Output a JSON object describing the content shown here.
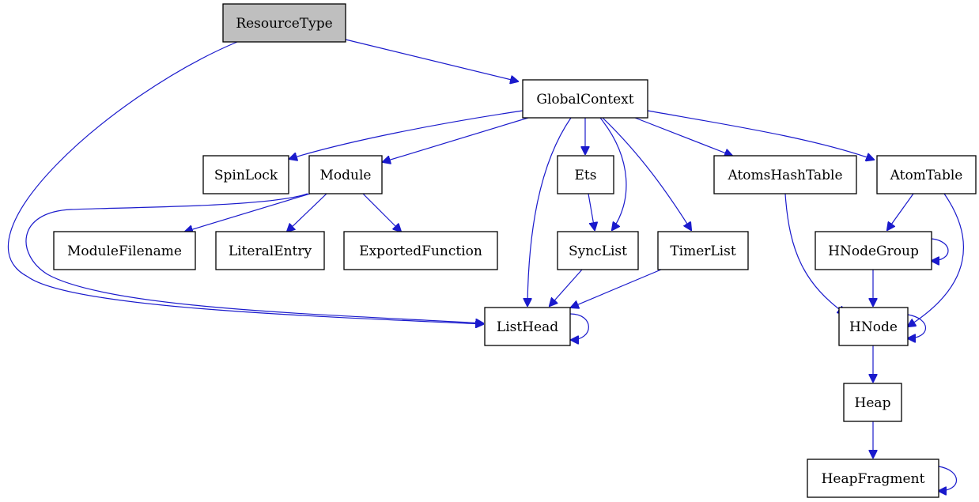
{
  "diagram": {
    "root": "ResourceType",
    "nodes": [
      {
        "id": "ResourceType",
        "label": "ResourceType"
      },
      {
        "id": "GlobalContext",
        "label": "GlobalContext"
      },
      {
        "id": "SpinLock",
        "label": "SpinLock"
      },
      {
        "id": "Module",
        "label": "Module"
      },
      {
        "id": "Ets",
        "label": "Ets"
      },
      {
        "id": "AtomsHashTable",
        "label": "AtomsHashTable"
      },
      {
        "id": "AtomTable",
        "label": "AtomTable"
      },
      {
        "id": "ModuleFilename",
        "label": "ModuleFilename"
      },
      {
        "id": "LiteralEntry",
        "label": "LiteralEntry"
      },
      {
        "id": "ExportedFunction",
        "label": "ExportedFunction"
      },
      {
        "id": "SyncList",
        "label": "SyncList"
      },
      {
        "id": "TimerList",
        "label": "TimerList"
      },
      {
        "id": "HNodeGroup",
        "label": "HNodeGroup"
      },
      {
        "id": "ListHead",
        "label": "ListHead"
      },
      {
        "id": "HNode",
        "label": "HNode"
      },
      {
        "id": "Heap",
        "label": "Heap"
      },
      {
        "id": "HeapFragment",
        "label": "HeapFragment"
      }
    ],
    "edges": [
      {
        "from": "ResourceType",
        "to": "GlobalContext"
      },
      {
        "from": "ResourceType",
        "to": "ListHead"
      },
      {
        "from": "GlobalContext",
        "to": "SpinLock"
      },
      {
        "from": "GlobalContext",
        "to": "Module"
      },
      {
        "from": "GlobalContext",
        "to": "ListHead"
      },
      {
        "from": "GlobalContext",
        "to": "Ets"
      },
      {
        "from": "GlobalContext",
        "to": "SyncList"
      },
      {
        "from": "GlobalContext",
        "to": "TimerList"
      },
      {
        "from": "GlobalContext",
        "to": "AtomsHashTable"
      },
      {
        "from": "GlobalContext",
        "to": "AtomTable"
      },
      {
        "from": "Module",
        "to": "ModuleFilename"
      },
      {
        "from": "Module",
        "to": "LiteralEntry"
      },
      {
        "from": "Module",
        "to": "ExportedFunction"
      },
      {
        "from": "Module",
        "to": "ListHead"
      },
      {
        "from": "Ets",
        "to": "SyncList"
      },
      {
        "from": "SyncList",
        "to": "ListHead"
      },
      {
        "from": "TimerList",
        "to": "ListHead"
      },
      {
        "from": "ListHead",
        "to": "ListHead"
      },
      {
        "from": "AtomsHashTable",
        "to": "HNode"
      },
      {
        "from": "AtomTable",
        "to": "HNodeGroup"
      },
      {
        "from": "AtomTable",
        "to": "HNode"
      },
      {
        "from": "HNodeGroup",
        "to": "HNodeGroup"
      },
      {
        "from": "HNodeGroup",
        "to": "HNode"
      },
      {
        "from": "HNode",
        "to": "HNode"
      },
      {
        "from": "HNode",
        "to": "Heap"
      },
      {
        "from": "Heap",
        "to": "HeapFragment"
      },
      {
        "from": "HeapFragment",
        "to": "HeapFragment"
      }
    ]
  }
}
